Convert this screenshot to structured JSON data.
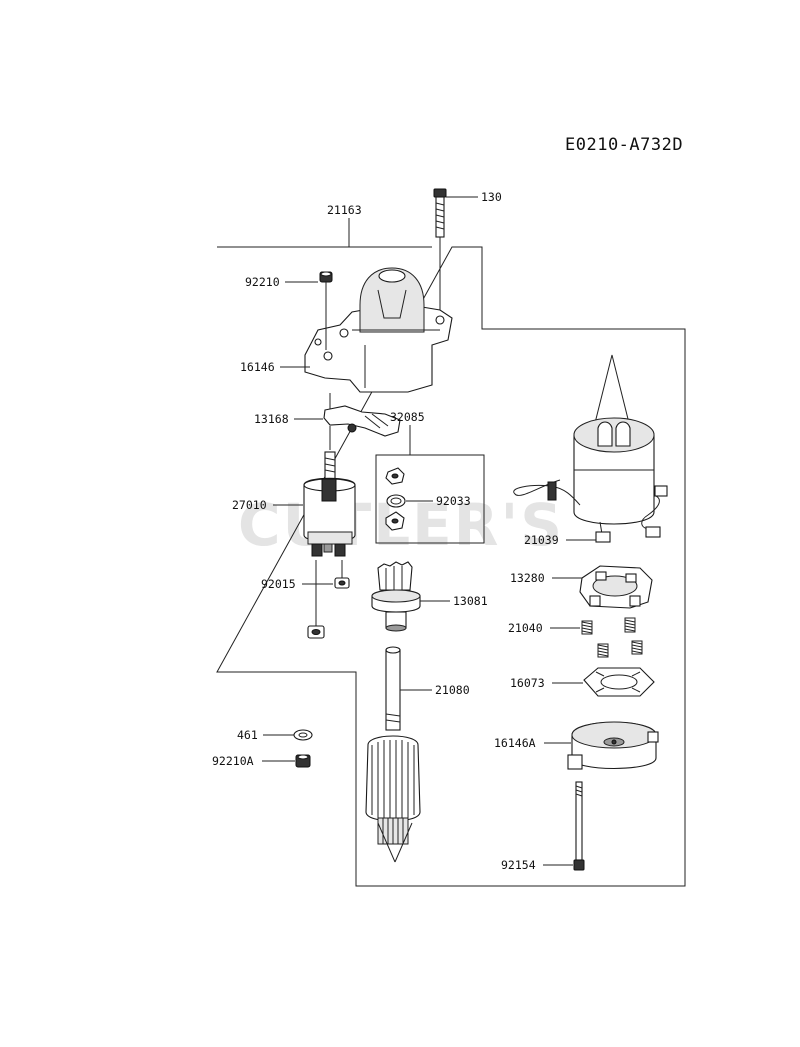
{
  "diagram_code": "E0210-A732D",
  "watermark": "CUTLER'S",
  "labels": {
    "p130": "130",
    "p21163": "21163",
    "p92210": "92210",
    "p16146": "16146",
    "p13168": "13168",
    "p32085": "32085",
    "p27010": "27010",
    "p92033": "92033",
    "p21039": "21039",
    "p13280": "13280",
    "p92015": "92015",
    "p13081": "13081",
    "p21040": "21040",
    "p16073": "16073",
    "p21080": "21080",
    "p461": "461",
    "p92210A": "92210A",
    "p16146A": "16146A",
    "p92154": "92154"
  }
}
